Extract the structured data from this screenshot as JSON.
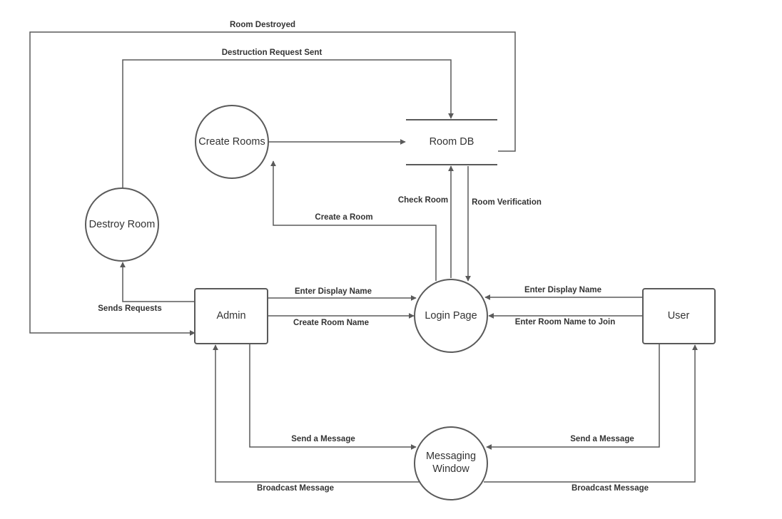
{
  "colors": {
    "line": "#5a5a5a",
    "text": "#333333",
    "background": "#ffffff"
  },
  "nodes": {
    "create_rooms": "Create Rooms",
    "room_db": "Room DB",
    "destroy_room": "Destroy Room",
    "admin": "Admin",
    "login_page": "Login Page",
    "user": "User",
    "messaging_window_line1": "Messaging",
    "messaging_window_line2": "Window"
  },
  "edges": {
    "room_destroyed": "Room Destroyed",
    "destruction_request_sent": "Destruction Request Sent",
    "check_room": "Check Room",
    "room_verification": "Room Verification",
    "create_a_room": "Create a Room",
    "sends_requests": "Sends Requests",
    "admin_enter_display_name": "Enter Display Name",
    "create_room_name": "Create Room Name",
    "user_enter_display_name": "Enter Display Name",
    "enter_room_name_to_join": "Enter Room Name to Join",
    "admin_send_message": "Send a Message",
    "user_send_message": "Send a Message",
    "admin_broadcast_message": "Broadcast Message",
    "user_broadcast_message": "Broadcast Message"
  }
}
